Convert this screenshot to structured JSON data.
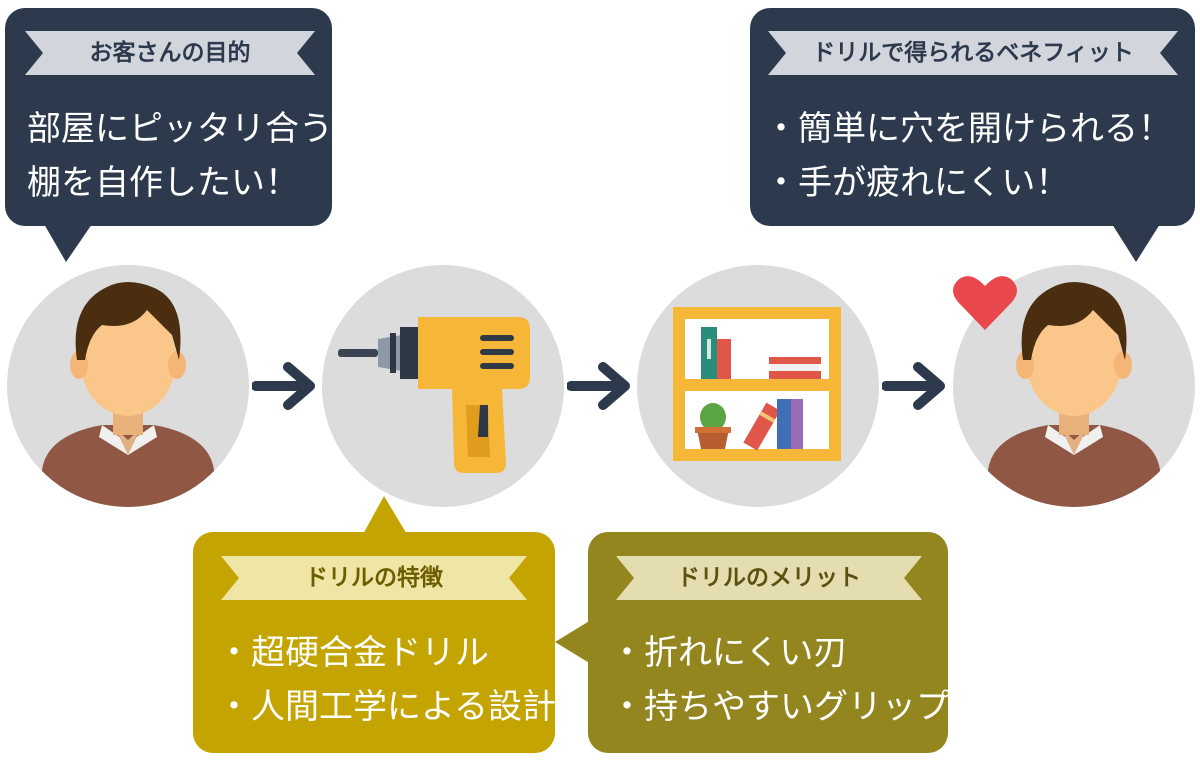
{
  "customer_goal": {
    "title": "お客さんの目的",
    "lines": [
      "部屋にピッタリ合う",
      "棚を自作したい！"
    ]
  },
  "benefits": {
    "title": "ドリルで得られるベネフィット",
    "lines": [
      "・簡単に穴を開けられる！",
      "・手が疲れにくい！"
    ]
  },
  "features": {
    "title": "ドリルの特徴",
    "lines": [
      "・超硬合金ドリル",
      "・人間工学による設計"
    ]
  },
  "merits": {
    "title": "ドリルのメリット",
    "lines": [
      "・折れにくい刃",
      "・持ちやすいグリップ"
    ]
  },
  "flow": [
    "customer-person",
    "drill",
    "shelf",
    "happy-customer"
  ],
  "colors": {
    "dark_bubble": "#2d3a4e",
    "feature_bubble": "#c4a400",
    "merit_bubble": "#94861f",
    "circle_bg": "#dcdcdc",
    "drill": "#f6b738",
    "heart": "#e8484c"
  },
  "icons": [
    "person-icon",
    "drill-icon",
    "shelf-icon",
    "heart-icon",
    "arrow-right-icon"
  ]
}
